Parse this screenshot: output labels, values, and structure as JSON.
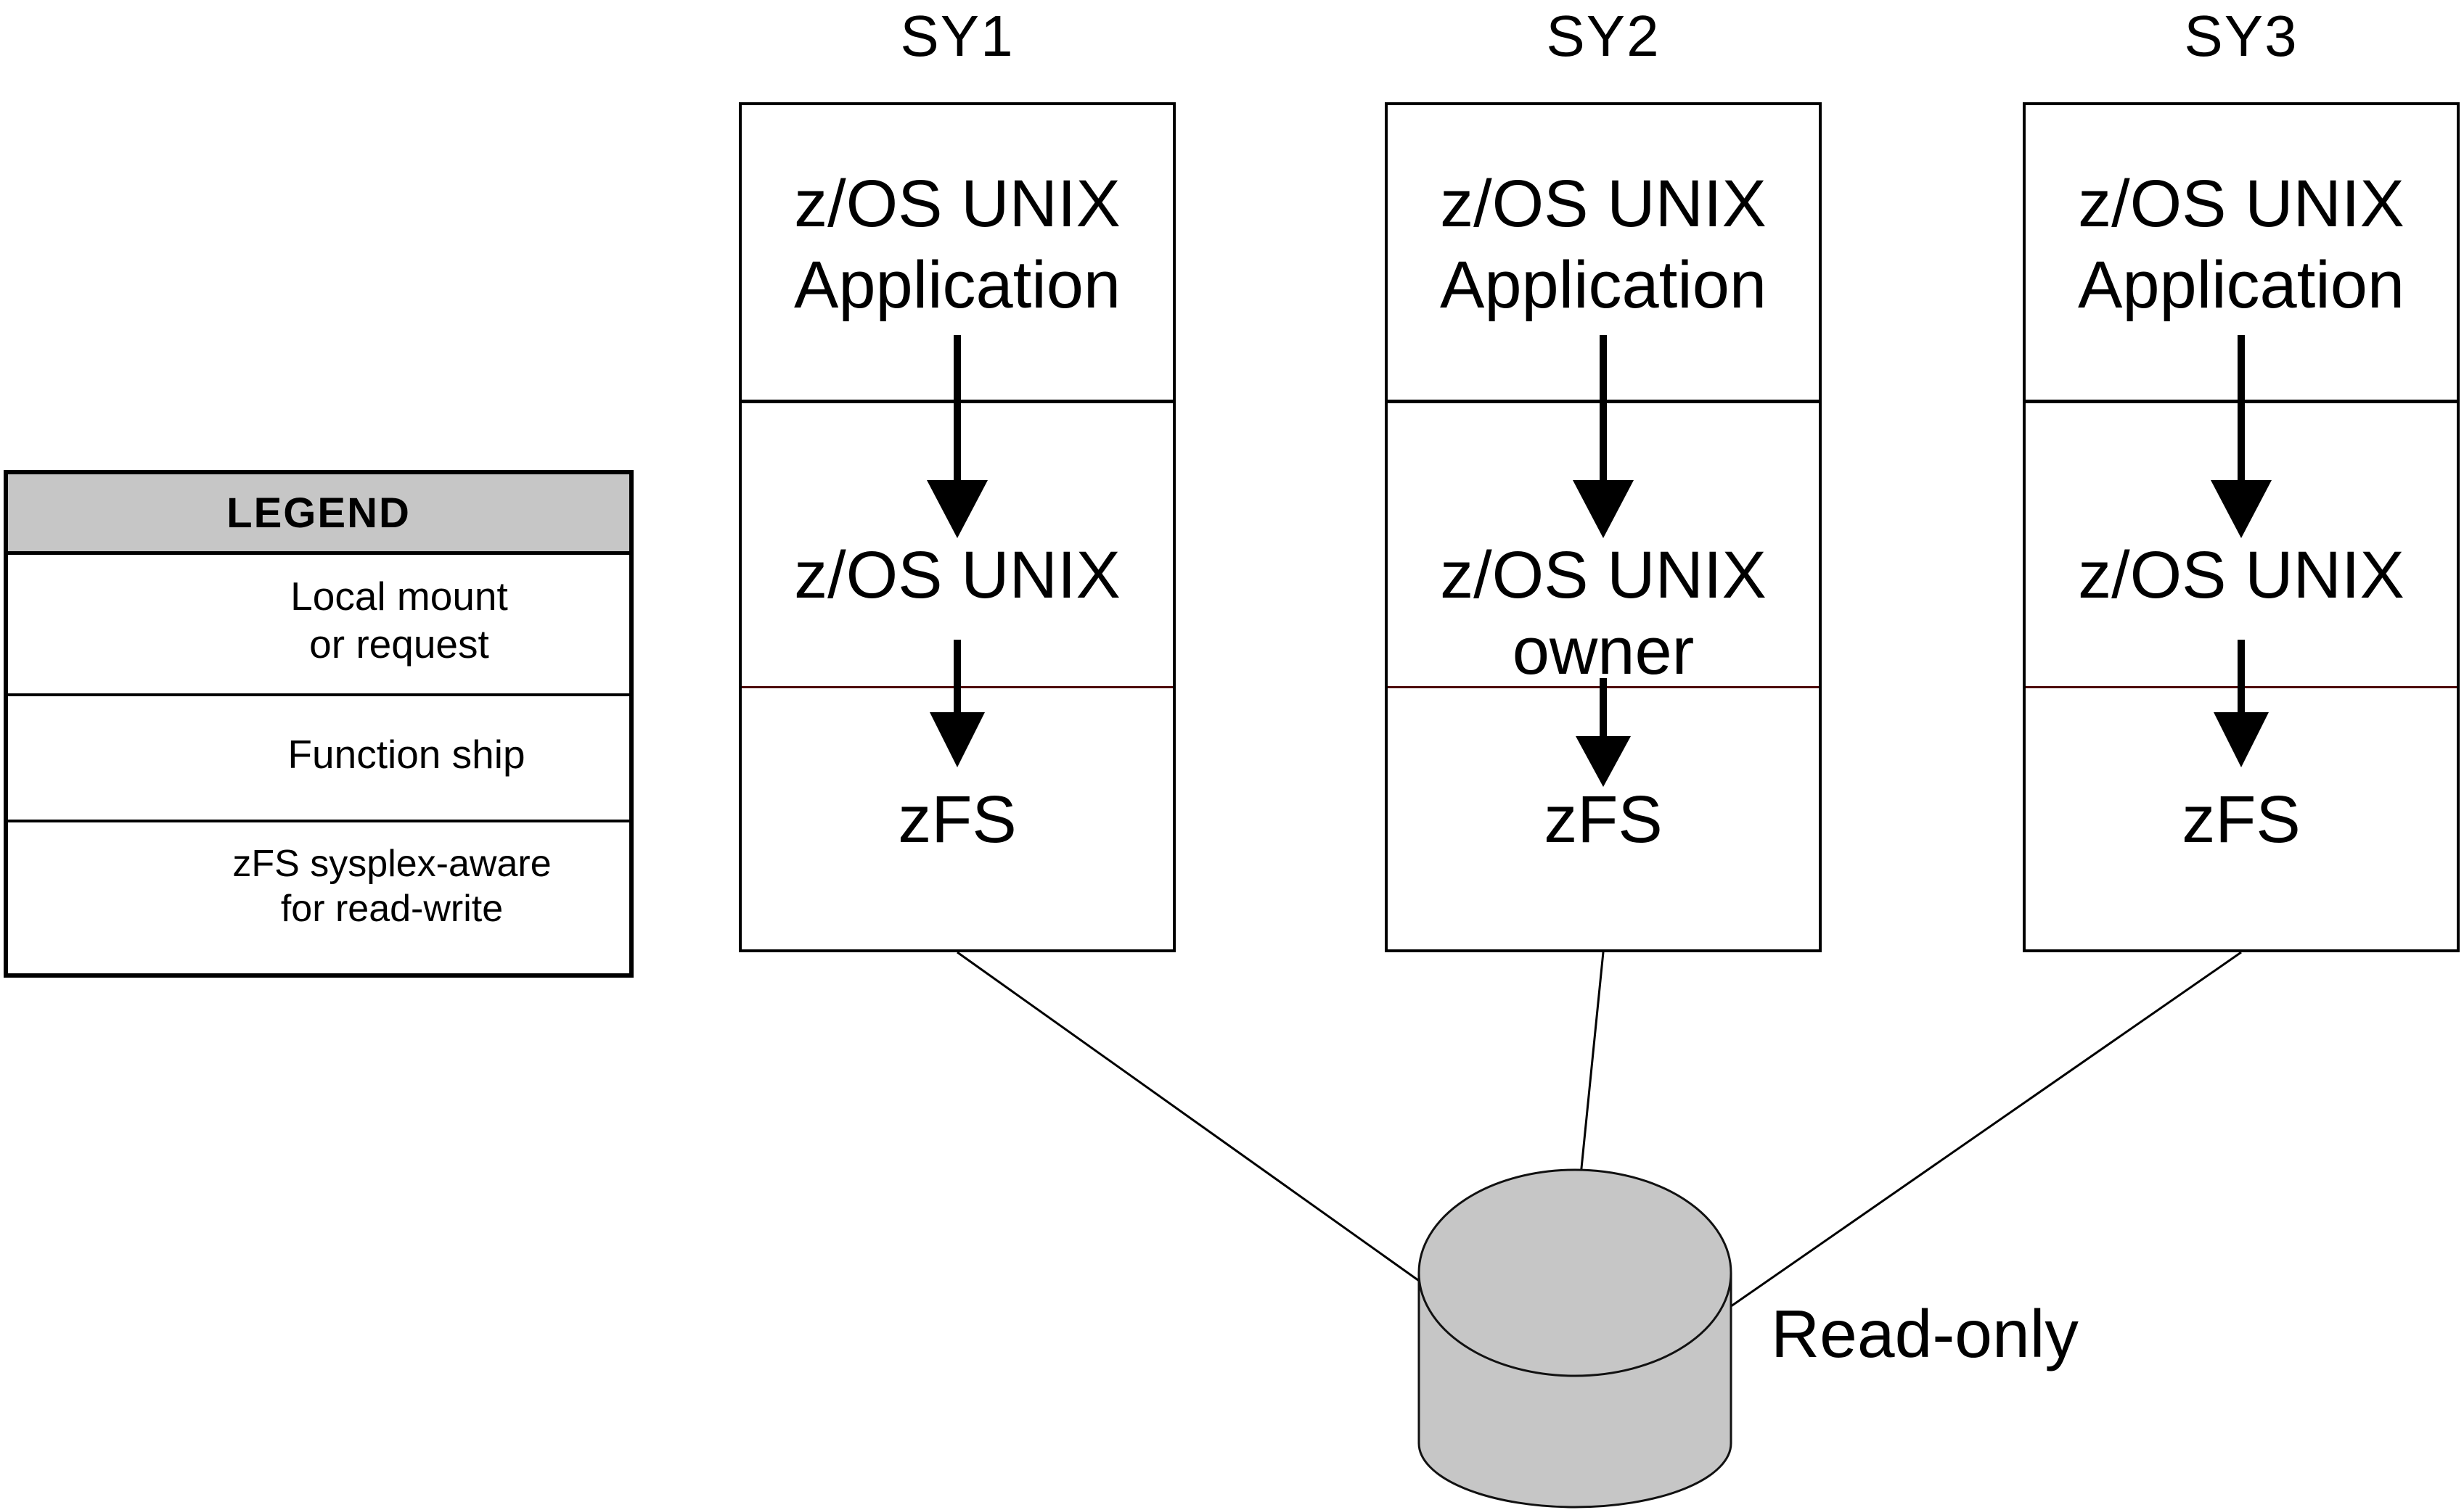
{
  "columns": [
    {
      "title": "SY1",
      "app_line1": "z/OS UNIX",
      "app_line2": "Application",
      "middle_line1": "z/OS UNIX",
      "middle_line2": "",
      "zfs_label": "zFS"
    },
    {
      "title": "SY2",
      "app_line1": "z/OS UNIX",
      "app_line2": "Application",
      "middle_line1": "z/OS UNIX",
      "middle_line2": "owner",
      "zfs_label": "zFS"
    },
    {
      "title": "SY3",
      "app_line1": "z/OS UNIX",
      "app_line2": "Application",
      "middle_line1": "z/OS UNIX",
      "middle_line2": "",
      "zfs_label": "zFS"
    }
  ],
  "storage": {
    "label": "Read-only",
    "shape": "cylinder-icon"
  },
  "legend": {
    "title": "LEGEND",
    "rows": [
      {
        "icon": "down-arrow-icon",
        "label": "Local mount\nor request"
      },
      {
        "icon": "function-ship-arrows-icon",
        "label": "Function ship"
      },
      {
        "icon": "gray-swatch-icon",
        "label": "zFS sysplex-aware\nfor read-write"
      }
    ]
  },
  "colors": {
    "divider_dark_red": "#4d0a0a",
    "gray_fill": "#c6c6c6",
    "line_black": "#000000"
  }
}
